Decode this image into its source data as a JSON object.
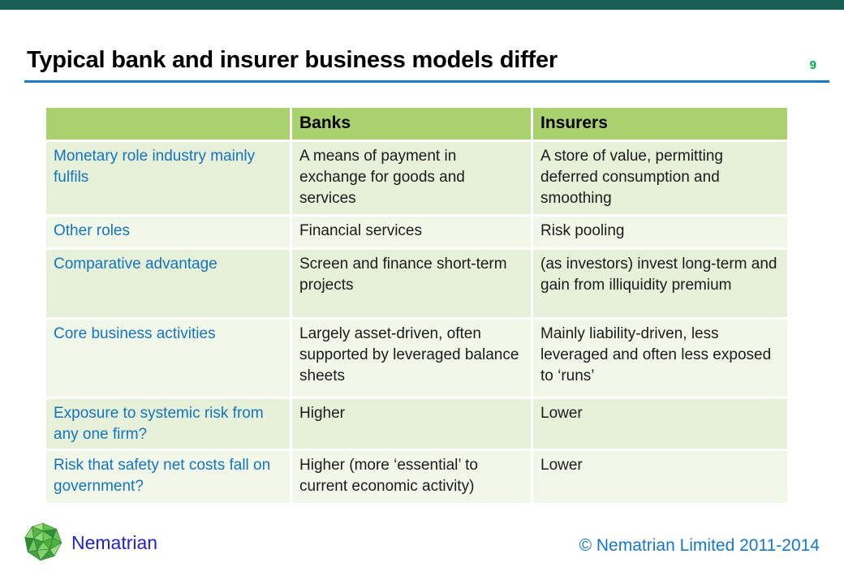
{
  "top_bar": {
    "color": "#175E57"
  },
  "header": {
    "title": "Typical bank and insurer business models differ",
    "page_number": "9",
    "page_number_color": "#00A651",
    "rule_color": "#1C79C7"
  },
  "table": {
    "columns": [
      "",
      "Banks",
      "Insurers"
    ],
    "rows": [
      {
        "label": "Monetary role industry mainly fulfils",
        "banks": "A means of payment in exchange for goods and services",
        "insurers": "A store of value, permitting deferred consumption and smoothing"
      },
      {
        "label": "Other roles",
        "banks": "Financial services",
        "insurers": "Risk pooling"
      },
      {
        "label": "Comparative advantage",
        "banks": "Screen and finance short-term projects",
        "insurers": "(as investors) invest long-term and gain from illiquidity premium"
      },
      {
        "label": "Core business activities",
        "banks": "Largely asset-driven, often supported by leveraged balance sheets",
        "insurers": "Mainly liability-driven, less leveraged and often less exposed to ‘runs’"
      },
      {
        "label": "Exposure to systemic risk from any one firm?",
        "banks": "Higher",
        "insurers": "Lower"
      },
      {
        "label": "Risk that safety net costs fall on government?",
        "banks": "Higher (more ‘essential’ to current economic activity)",
        "insurers": "Lower"
      }
    ],
    "colors": {
      "header_bg": "#A9D16E",
      "band_a": "#E7F1DA",
      "band_b": "#F2F8E9",
      "label_color": "#1474BE"
    }
  },
  "footer": {
    "logo": "nematrian-polyhedron-logo",
    "brand": "Nematrian",
    "brand_color": "#2222CE",
    "copyright": "© Nematrian Limited 2011-2014",
    "copyright_color": "#1878C8"
  }
}
